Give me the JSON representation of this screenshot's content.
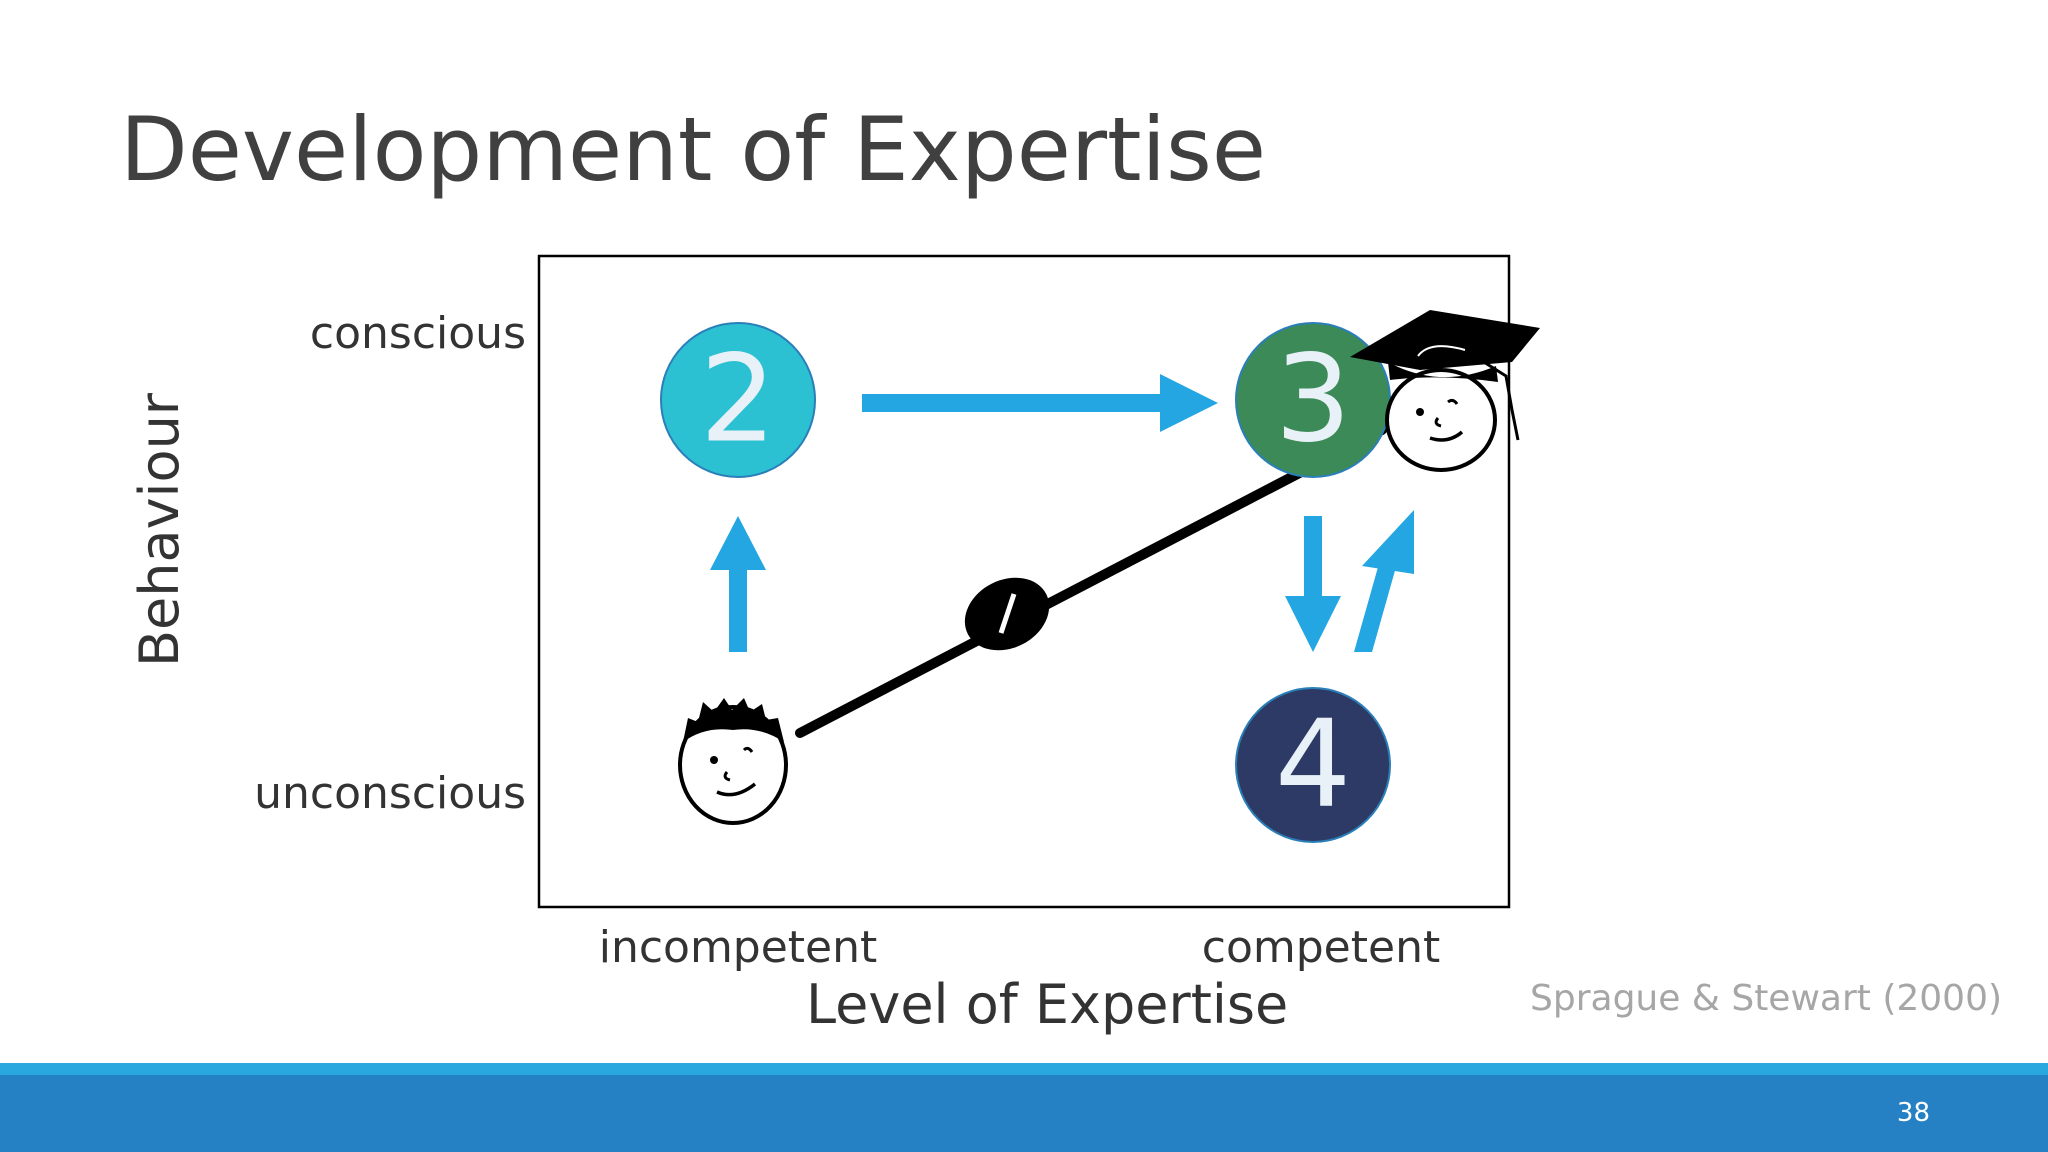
{
  "slide": {
    "title": "Development of Expertise",
    "citation": "Sprague & Stewart (2000)",
    "page_number": "38"
  },
  "diagram": {
    "y_axis": {
      "title": "Behaviour",
      "ticks": [
        "conscious",
        "unconscious"
      ]
    },
    "x_axis": {
      "title": "Level of Expertise",
      "ticks": [
        "incompetent",
        "competent"
      ]
    },
    "nodes": [
      {
        "id": "2",
        "label": "2",
        "color": "#2bc1d3"
      },
      {
        "id": "3",
        "label": "3",
        "color": "#3c8a58"
      },
      {
        "id": "4",
        "label": "4",
        "color": "#2e3a66"
      }
    ],
    "icons": [
      "novice-face-icon",
      "graduate-face-icon"
    ],
    "colors": {
      "arrow": "#23a6e2",
      "progress_line": "#000000",
      "footer": "#2581c4",
      "footer_accent": "#29a8e0"
    }
  }
}
